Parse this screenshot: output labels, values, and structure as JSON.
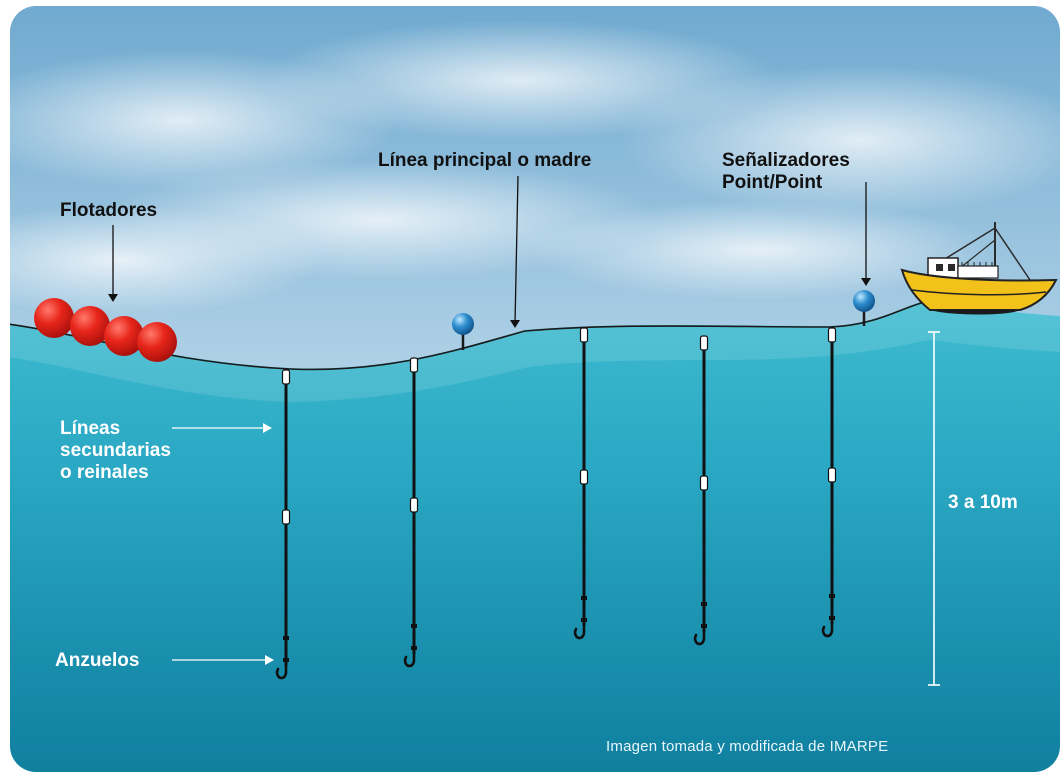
{
  "labels": {
    "floats": "Flotadores",
    "main_line": "Línea principal o madre",
    "markers_line1": "Señalizadores",
    "markers_line2": "Point/Point",
    "secondary_line1": "Líneas",
    "secondary_line2": "secundarias",
    "secondary_line3": "o reinales",
    "hooks": "Anzuelos",
    "depth": "3 a 10m"
  },
  "credit": "Imagen tomada y modificada de IMARPE",
  "colors": {
    "sky_top": "#6fa9cf",
    "sky_bottom": "#e6f1f7",
    "sea_top": "#37b5c9",
    "sea_bottom": "#0f7f9e",
    "float_red": "#e2231a",
    "marker_blue": "#2f8fd0",
    "boat_hull": "#f2c21b"
  }
}
